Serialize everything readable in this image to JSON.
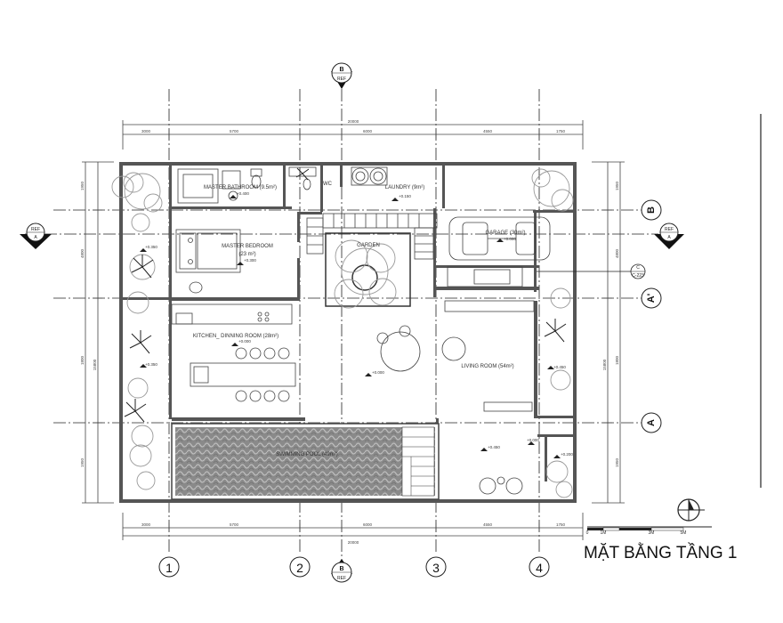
{
  "title": "MẶT BẰNG  TẦNG 1",
  "grid_columns": [
    "1",
    "2",
    "3",
    "4"
  ],
  "grid_rows": [
    "B",
    "A'",
    "A"
  ],
  "section_markers": {
    "top": {
      "letter": "B",
      "tag": "REF"
    },
    "bottom": {
      "letter": "B",
      "tag": "REF"
    },
    "left": {
      "letter": "A",
      "tag": "REF"
    },
    "right": {
      "letter": "A",
      "tag": "REF"
    }
  },
  "dimensions": {
    "top_total": "20000",
    "top_segments": [
      "3000",
      "5700",
      "6000",
      "4550",
      "1750"
    ],
    "bottom_total": "20000",
    "bottom_segments": [
      "3000",
      "5700",
      "6000",
      "4550",
      "1750"
    ],
    "left_segments": [
      "1950",
      "4800",
      "1800",
      "1950"
    ],
    "left_total": "15800",
    "right_segments": [
      "1950",
      "4800",
      "1800",
      "1950"
    ],
    "right_total": "15800"
  },
  "rooms": {
    "master_bathroom": "MASTER BATHROOM (9.5m²)",
    "wc": "WC",
    "laundry": "LAUNDRY (9m²)",
    "master_bedroom_name": "MASTER BEDROOM",
    "master_bedroom_area": "(23 m²)",
    "garden": "GARDEN",
    "garage": "GARAGE (30m²)",
    "kitchen": "KITCHEN_ DINNING ROOM (28m²)",
    "living": "LIVING ROOM (54m²)",
    "pool": "SWIMMING POOL (49m²)"
  },
  "levels": [
    "+0.400",
    "+0.150",
    "+0.300",
    "+0.000",
    "+0.350",
    "+0.350",
    "+0.000",
    "+0.000",
    "+0.450",
    "+0.450",
    "+0.200",
    "+0.000"
  ],
  "section_tag": {
    "letter": "C",
    "ref": "C-223"
  },
  "scale_bar": [
    "0",
    "1M",
    "3M",
    "5M"
  ]
}
